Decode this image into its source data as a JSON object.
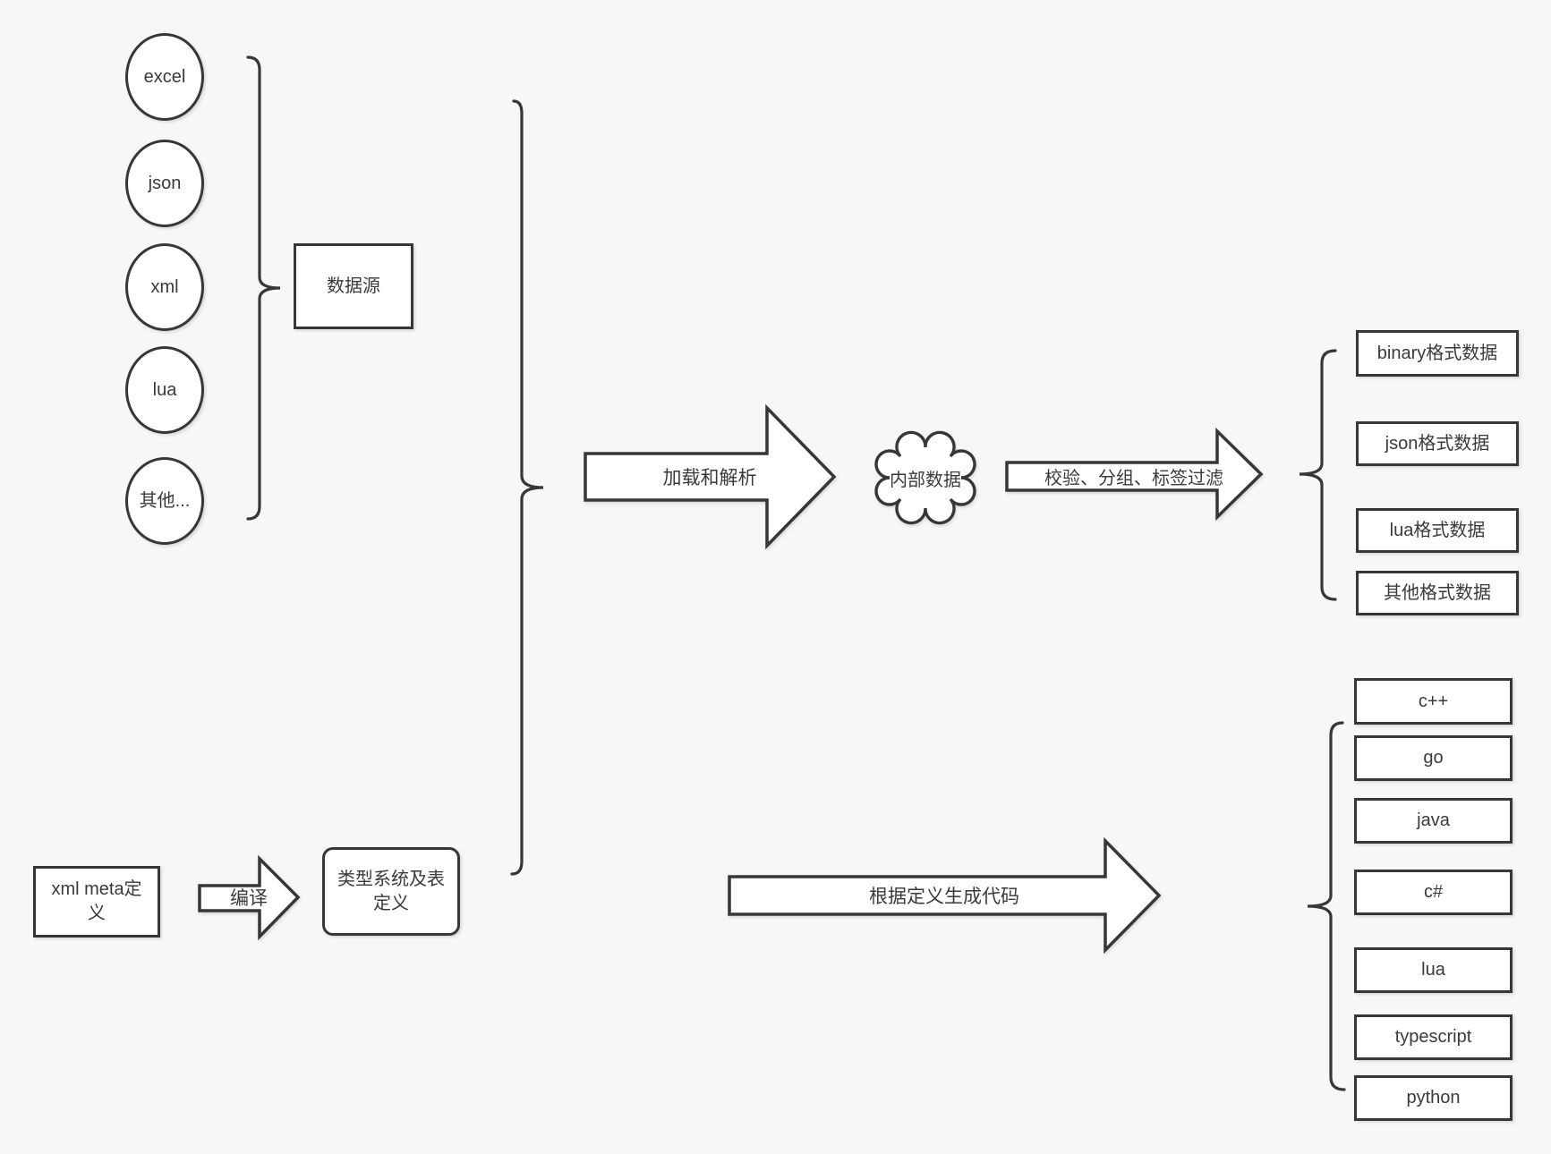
{
  "diagram": {
    "sources": {
      "items": [
        "excel",
        "json",
        "xml",
        "lua",
        "其他..."
      ],
      "group_label": "数据源"
    },
    "load_arrow_label": "加载和解析",
    "cloud_label": "内部数据",
    "filter_arrow_label": "校验、分组、标签过滤",
    "format_outputs": [
      "binary格式数据",
      "json格式数据",
      "lua格式数据",
      "其他格式数据"
    ],
    "xml_meta_label": "xml meta定义",
    "compile_arrow_label": "编译",
    "type_system_label": "类型系统及表定义",
    "generate_arrow_label": "根据定义生成代码",
    "languages": [
      "c++",
      "go",
      "java",
      "c#",
      "lua",
      "typescript",
      "python"
    ],
    "colors": {
      "background": "#f7f7f7",
      "stroke": "#373737",
      "box_fill": "#ffffff",
      "text": "#3a3a3a"
    }
  }
}
